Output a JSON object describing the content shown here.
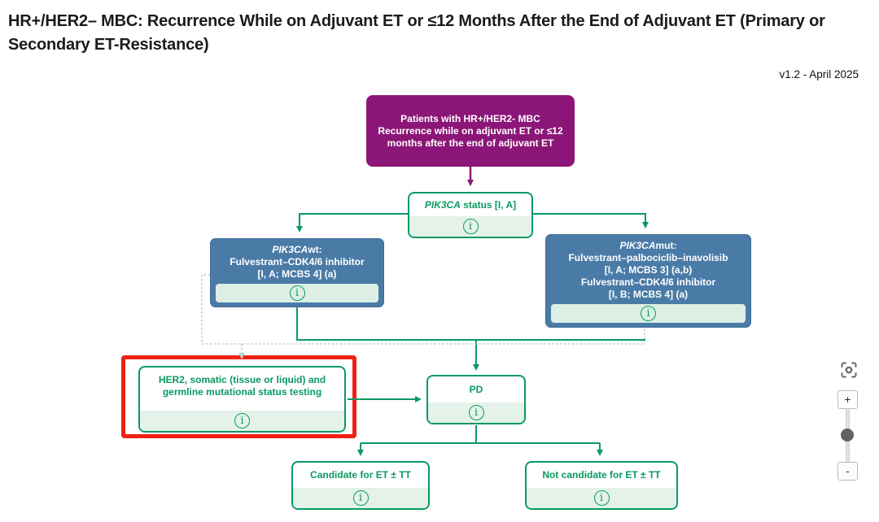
{
  "header": {
    "title": "HR+/HER2– MBC: Recurrence While on Adjuvant ET or ≤12 Months After the End of Adjuvant ET (Primary or Secondary ET-Resistance)",
    "version": "v1.2 - April 2025"
  },
  "colors": {
    "purple": "#8c1677",
    "blue": "#4a7ba7",
    "green": "#0a9a62",
    "light_green_strip": "#e4f2ea",
    "red_highlight": "#ee2213",
    "dotted_line": "#aed9c6"
  },
  "flowchart": {
    "patients": {
      "line1": "Patients with HR+/HER2- MBC",
      "line2": "Recurrence while on adjuvant ET or ≤12 months after the end of adjuvant ET"
    },
    "pik3ca_status": {
      "gene": "PIK3CA",
      "rest": " status [I, A]"
    },
    "wt": {
      "gene": "PIK3CA",
      "gene_suffix": "wt:",
      "line2": "Fulvestrant–CDK4/6 inhibitor",
      "line3": "[I, A; MCBS 4] (a)"
    },
    "mut": {
      "gene": "PIK3CA",
      "gene_suffix": "mut:",
      "line2": "Fulvestrant–palbociclib–inavolisib",
      "line3": "[I, A; MCBS 3] (a,b)",
      "line4": "Fulvestrant–CDK4/6 inhibitor",
      "line5": "[I, B; MCBS 4] (a)"
    },
    "her2_testing": {
      "text": "HER2, somatic (tissue or liquid) and germline mutational status testing"
    },
    "pd": {
      "text": "PD"
    },
    "candidate": {
      "text": "Candidate for ET ± TT"
    },
    "not_candidate": {
      "text": "Not candidate for ET ± TT"
    },
    "info_icon_glyph": "i"
  },
  "controls": {
    "zoom_in": "+",
    "zoom_out": "-"
  }
}
